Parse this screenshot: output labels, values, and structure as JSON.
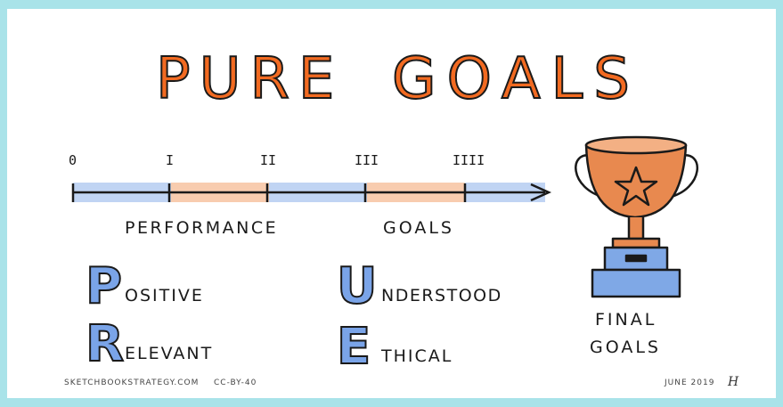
{
  "title": {
    "word1": "PURE",
    "word2": "GOALS"
  },
  "timeline": {
    "markers": [
      "0",
      "I",
      "II",
      "III",
      "IIII"
    ],
    "label_left": "PERFORMANCE",
    "label_right": "GOALS"
  },
  "letters": [
    {
      "big": "P",
      "rest": "OSITIVE",
      "color": "#6b9ae0"
    },
    {
      "big": "R",
      "rest": "ELEVANT",
      "color": "#6b9ae0"
    },
    {
      "big": "U",
      "rest": "NDERSTOOD",
      "color": "#6b9ae0"
    },
    {
      "big": "E",
      "rest": "THICAL",
      "color": "#6b9ae0"
    }
  ],
  "trophy": {
    "label_line1": "FINAL",
    "label_line2": "GOALS",
    "color": "#e8894f",
    "base_color": "#7fa8e6"
  },
  "footer": {
    "site": "SKETCHBOOKSTRATEGY.COM",
    "license": "CC-BY-40",
    "date": "JUNE 2019",
    "signature": "H"
  },
  "colors": {
    "orange": "#f26a21",
    "blue": "#7aa4e8",
    "peach": "#f6b78e",
    "lightblue": "#b9cff2"
  }
}
